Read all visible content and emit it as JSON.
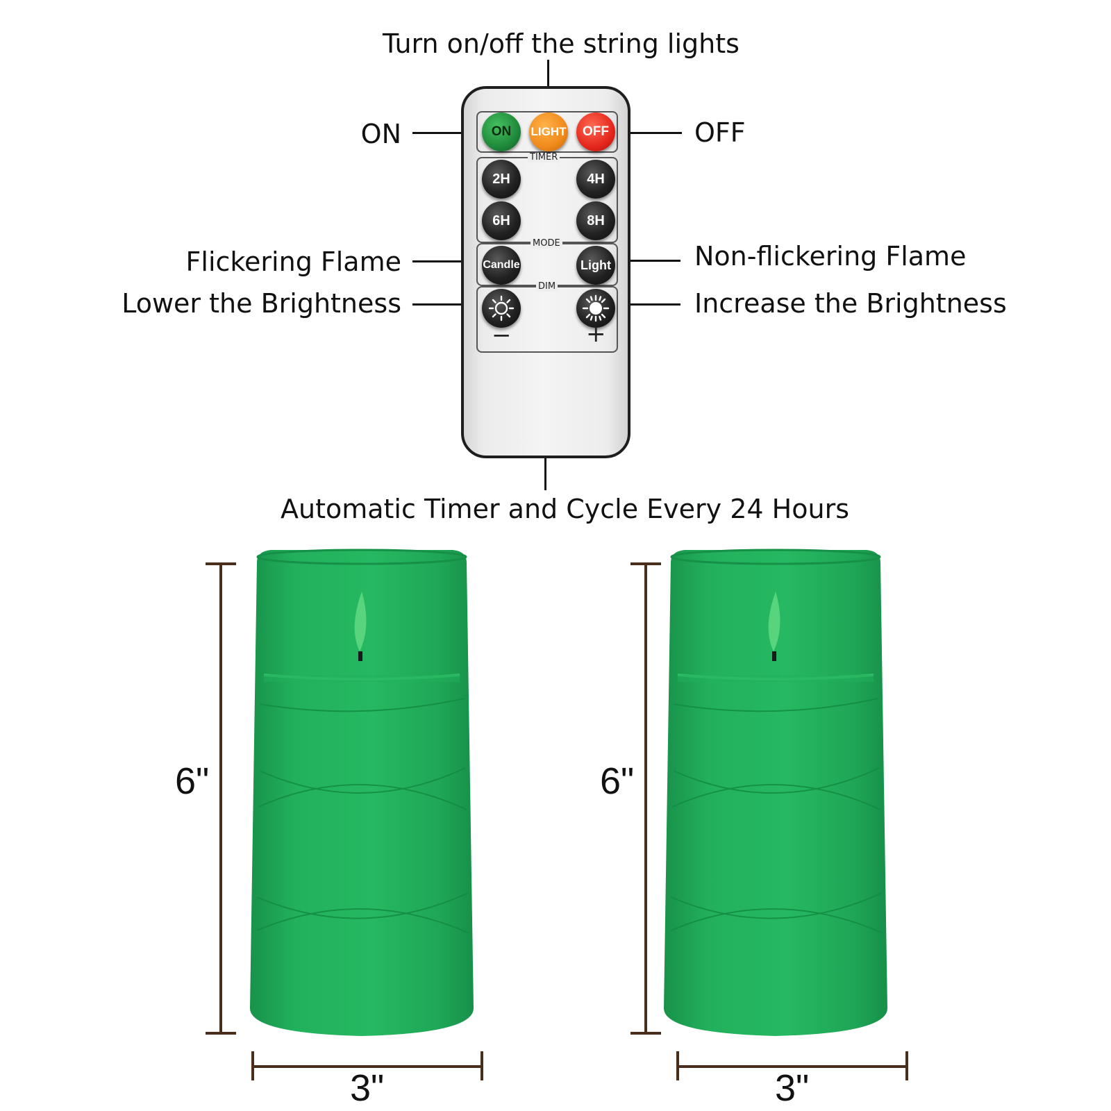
{
  "annotations": {
    "top": "Turn on/off the string lights",
    "on": "ON",
    "off": "OFF",
    "flicker": "Flickering Flame",
    "non_flicker": "Non-flickering Flame",
    "lower": "Lower the Brightness",
    "increase": "Increase the Brightness",
    "timer_cycle": "Automatic Timer and Cycle Every 24 Hours"
  },
  "remote": {
    "power": {
      "on": "ON",
      "light": "LIGHT",
      "off": "OFF",
      "colors": {
        "on": "#1f8a3a",
        "light": "#f08a1c",
        "off": "#e5271d"
      }
    },
    "timer": {
      "label": "TIMER",
      "buttons": [
        "2H",
        "4H",
        "6H",
        "8H"
      ]
    },
    "mode": {
      "label": "MODE",
      "candle": "Candle",
      "light": "Light"
    },
    "dim": {
      "label": "DIM",
      "minus": "−",
      "plus": "+"
    }
  },
  "dimensions": {
    "left_height": "6\"",
    "left_width": "3\"",
    "right_height": "6\"",
    "right_width": "3\""
  },
  "colors": {
    "candle_green": "#1fa85a",
    "dim_line": "#4a2e1c"
  },
  "icons": [
    "sun-dim-icon",
    "sun-bright-icon",
    "flame-icon"
  ]
}
